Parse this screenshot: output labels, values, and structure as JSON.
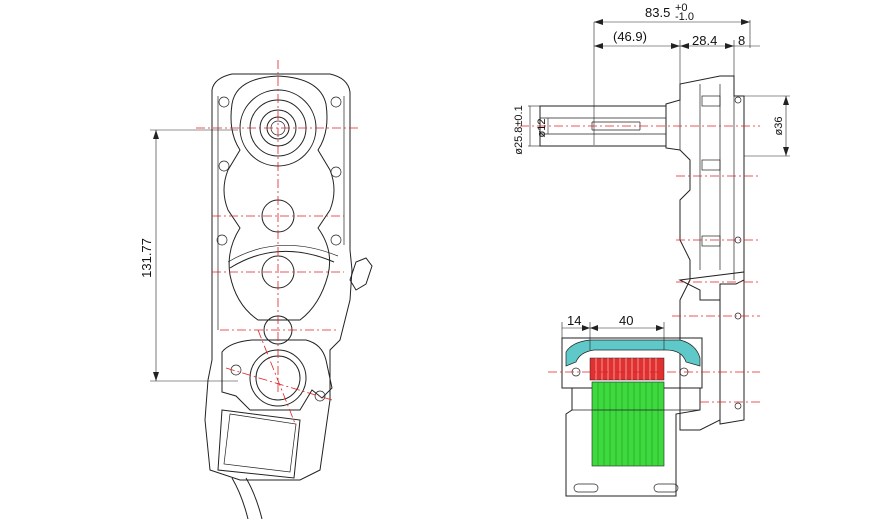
{
  "front_view": {
    "height_dim": "131.77"
  },
  "side_view": {
    "overall_length": "83.5",
    "overall_tol_upper": "+0",
    "overall_tol_lower": "-1.0",
    "ref_length": "(46.9)",
    "dim_28_4": "28.4",
    "dim_8": "8",
    "shaft_diameter": "ø25.8±0.1",
    "shaft_inner": "ø12",
    "housing_diameter": "ø36",
    "dim_14": "14",
    "dim_40": "40"
  },
  "colors": {
    "center_line": "#e02020",
    "coil_green": "#3ed93e",
    "coil_red": "#e03030",
    "insulator_teal": "#5fc9c9"
  }
}
